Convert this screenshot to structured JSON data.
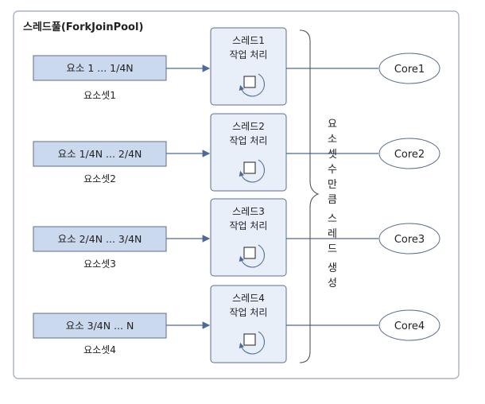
{
  "pool": {
    "title": "스레드풀(ForkJoinPool)"
  },
  "rows": [
    {
      "element": "요소 1 ... 1/4N",
      "set": "요소셋1",
      "thread": "스레드1",
      "task": "작업 처리",
      "core": "Core1"
    },
    {
      "element": "요소 1/4N ... 2/4N",
      "set": "요소셋2",
      "thread": "스레드2",
      "task": "작업 처리",
      "core": "Core2"
    },
    {
      "element": "요소 2/4N ... 3/4N",
      "set": "요소셋3",
      "thread": "스레드3",
      "task": "작업 처리",
      "core": "Core3"
    },
    {
      "element": "요소 3/4N ... N",
      "set": "요소셋4",
      "thread": "스레드4",
      "task": "작업 처리",
      "core": "Core4"
    }
  ],
  "side_label": [
    "요",
    "소",
    "셋",
    "수",
    "만",
    "큼",
    "스",
    "레",
    "드",
    "생",
    "성"
  ],
  "colors": {
    "element_fill": "#cbd9ef",
    "thread_fill": "#e8eff9",
    "border": "#5a6e8f",
    "arrow": "#4a6a9a",
    "pool_border": "#9aa4b2"
  }
}
